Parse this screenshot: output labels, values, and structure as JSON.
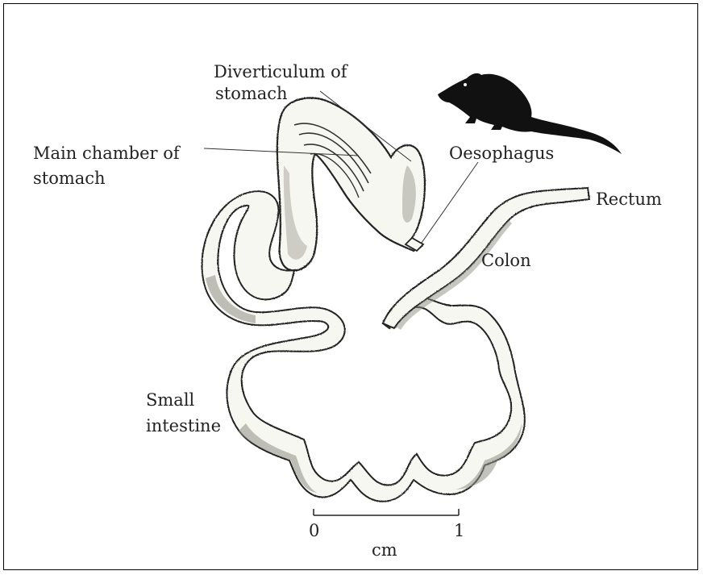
{
  "labels": {
    "diverticulum_line1": "Diverticulum of",
    "diverticulum_line2": "stomach",
    "main_chamber_line1": "Main chamber of",
    "main_chamber_line2": "stomach",
    "oesophagus": "Oesophagus",
    "rectum": "Rectum",
    "colon": "Colon",
    "small_intestine_line1": "Small",
    "small_intestine_line2": "intestine"
  },
  "scale_bar": {
    "start": "0",
    "end": "1",
    "unit": "cm"
  },
  "colors": {
    "outline": "#222222",
    "stipple": "#555555",
    "organ_fill": "#f7f7f2",
    "silhouette": "#111111"
  },
  "icons": {
    "animal": "shrew-silhouette-icon"
  }
}
